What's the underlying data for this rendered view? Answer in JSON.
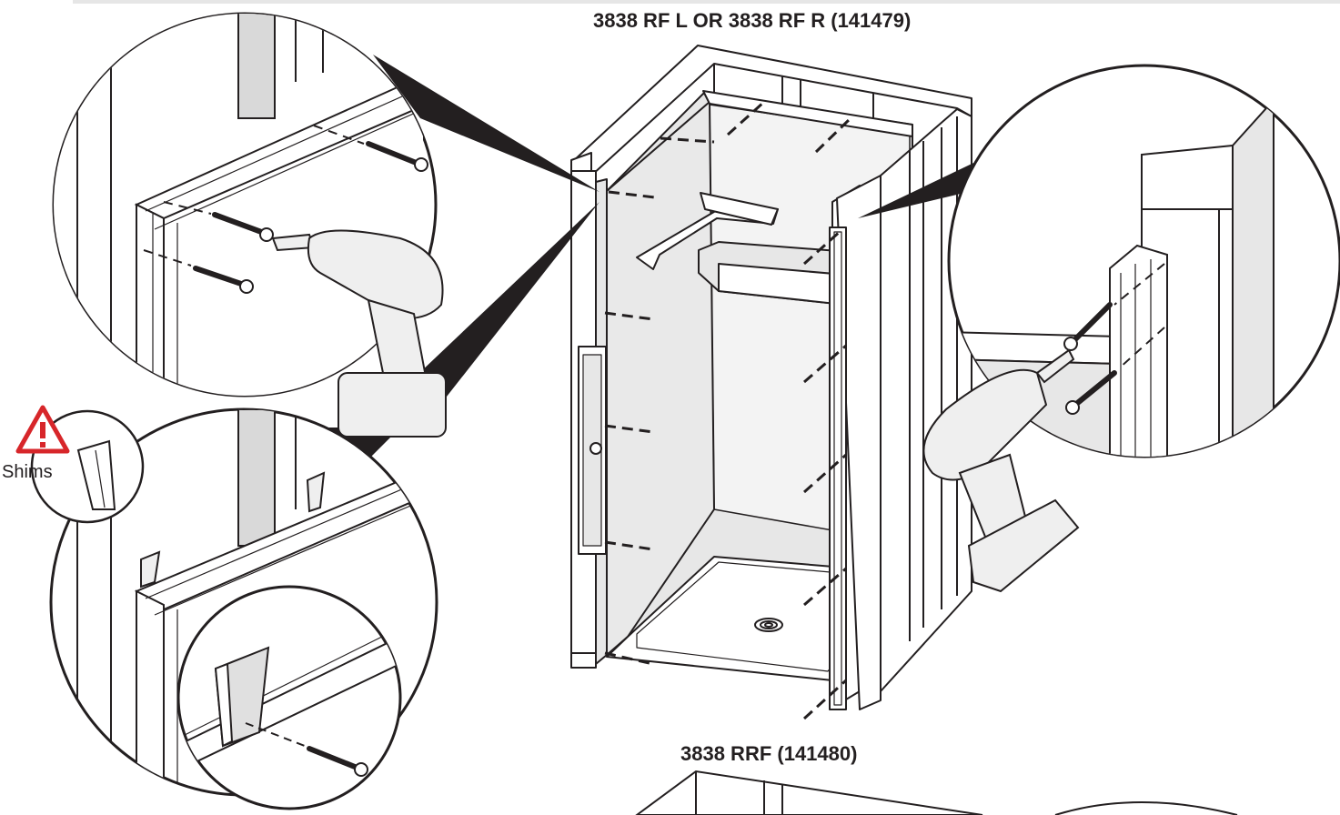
{
  "titles": {
    "top": "3838 RF L OR 3838 RF R (141479)",
    "bottom": "3838 RRF (141480)"
  },
  "callouts": {
    "shims_label": "Shims"
  },
  "colors": {
    "line": "#231f20",
    "warning": "#d7262a",
    "panel_gray": "#e7e7e7",
    "wall_gray": "#d9d9d9"
  }
}
